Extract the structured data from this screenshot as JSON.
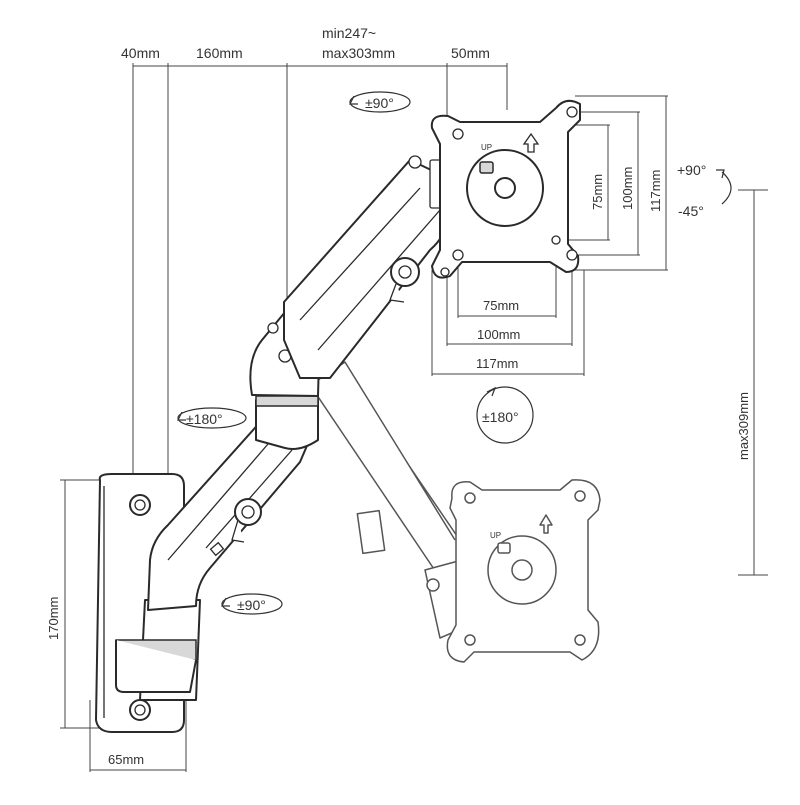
{
  "dimensions": {
    "d40": "40mm",
    "d160": "160mm",
    "dmin_line1": "min247~",
    "dmin_line2": "max303mm",
    "d50": "50mm",
    "vesa_v75": "75mm",
    "vesa_v100": "100mm",
    "vesa_v117": "117mm",
    "vesa_h75": "75mm",
    "vesa_h100": "100mm",
    "vesa_h117": "117mm",
    "wall_height": "170mm",
    "wall_width": "65mm",
    "max_height": "max309mm"
  },
  "rotations": {
    "top_swivel": "±90°",
    "tilt_up": "+90°",
    "tilt_down": "-45°",
    "elbow": "±180°",
    "screen_rotate": "±180°",
    "base_swivel": "±90°"
  },
  "plate": {
    "up_label": "UP"
  }
}
